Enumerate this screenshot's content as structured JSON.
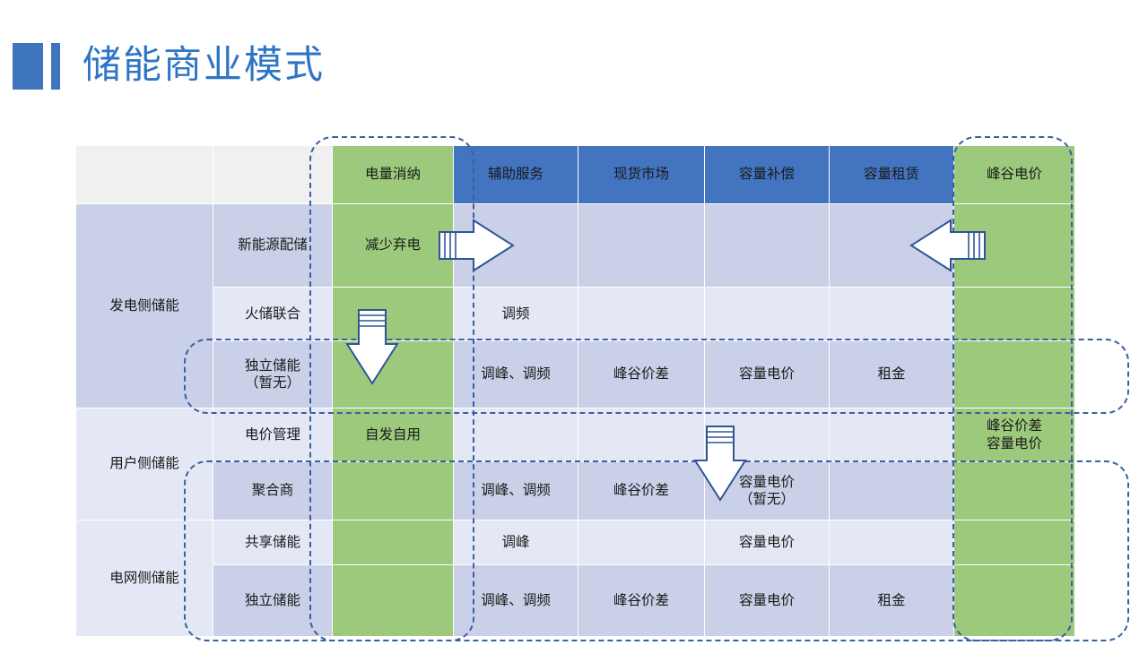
{
  "slide": {
    "title": "储能商业模式",
    "accent_color": "#3f75bd",
    "title_color": "#2e75c4"
  },
  "table": {
    "colors": {
      "header_green": "#9cc97c",
      "header_blue": "#4274c0",
      "row_dark": "#c9d0e8",
      "row_light": "#e4e8f4",
      "blank_header": "#f0f0f0",
      "dashed_outline": "#3b5fa4"
    },
    "headers": {
      "corner_a": "",
      "corner_b": "",
      "columns": [
        {
          "label": "电量消纳",
          "style": "green"
        },
        {
          "label": "辅助服务",
          "style": "blue"
        },
        {
          "label": "现货市场",
          "style": "blue"
        },
        {
          "label": "容量补偿",
          "style": "blue"
        },
        {
          "label": "容量租赁",
          "style": "blue"
        },
        {
          "label": "峰谷电价",
          "style": "green"
        }
      ]
    },
    "categories": [
      {
        "label": "发电侧储能",
        "rows": 3,
        "bold": false
      },
      {
        "label": "用户侧储能",
        "rows": 2,
        "bold": false
      },
      {
        "label": "电网侧储能",
        "rows": 2,
        "bold": true
      }
    ],
    "rows": [
      {
        "subject": "新能源配储",
        "subject_bold": false,
        "cells": [
          "减少弃电",
          "",
          "",
          "",
          "",
          ""
        ]
      },
      {
        "subject": "火储联合",
        "subject_bold": false,
        "cells": [
          "",
          "调频",
          "",
          "",
          "",
          ""
        ]
      },
      {
        "subject": "独立储能\n（暂无）",
        "subject_bold": true,
        "cells": [
          "",
          "调峰、调频",
          "峰谷价差",
          "容量电价",
          "租金",
          ""
        ]
      },
      {
        "subject": "电价管理",
        "subject_bold": false,
        "cells": [
          "自发自用",
          "",
          "",
          "",
          "",
          "峰谷价差\n容量电价"
        ]
      },
      {
        "subject": "聚合商",
        "subject_bold": true,
        "cells": [
          "",
          "调峰、调频",
          "峰谷价差",
          "容量电价\n（暂无）",
          "",
          ""
        ]
      },
      {
        "subject": "共享储能",
        "subject_bold": true,
        "cells": [
          "",
          "调峰",
          "",
          "容量电价",
          "",
          ""
        ]
      },
      {
        "subject": "独立储能",
        "subject_bold": true,
        "cells": [
          "",
          "调峰、调频",
          "峰谷价差",
          "容量电价",
          "租金",
          ""
        ]
      }
    ]
  },
  "annotations": {
    "arrows": [
      {
        "name": "arrow-right-top",
        "direction": "right"
      },
      {
        "name": "arrow-down-left",
        "direction": "down"
      },
      {
        "name": "arrow-left-top",
        "direction": "left"
      },
      {
        "name": "arrow-down-mid",
        "direction": "down"
      }
    ],
    "highlight_boxes": [
      {
        "name": "dash-box-independent"
      },
      {
        "name": "dash-box-aggregator"
      },
      {
        "name": "dash-box-col-power"
      },
      {
        "name": "dash-box-col-peak"
      }
    ]
  }
}
